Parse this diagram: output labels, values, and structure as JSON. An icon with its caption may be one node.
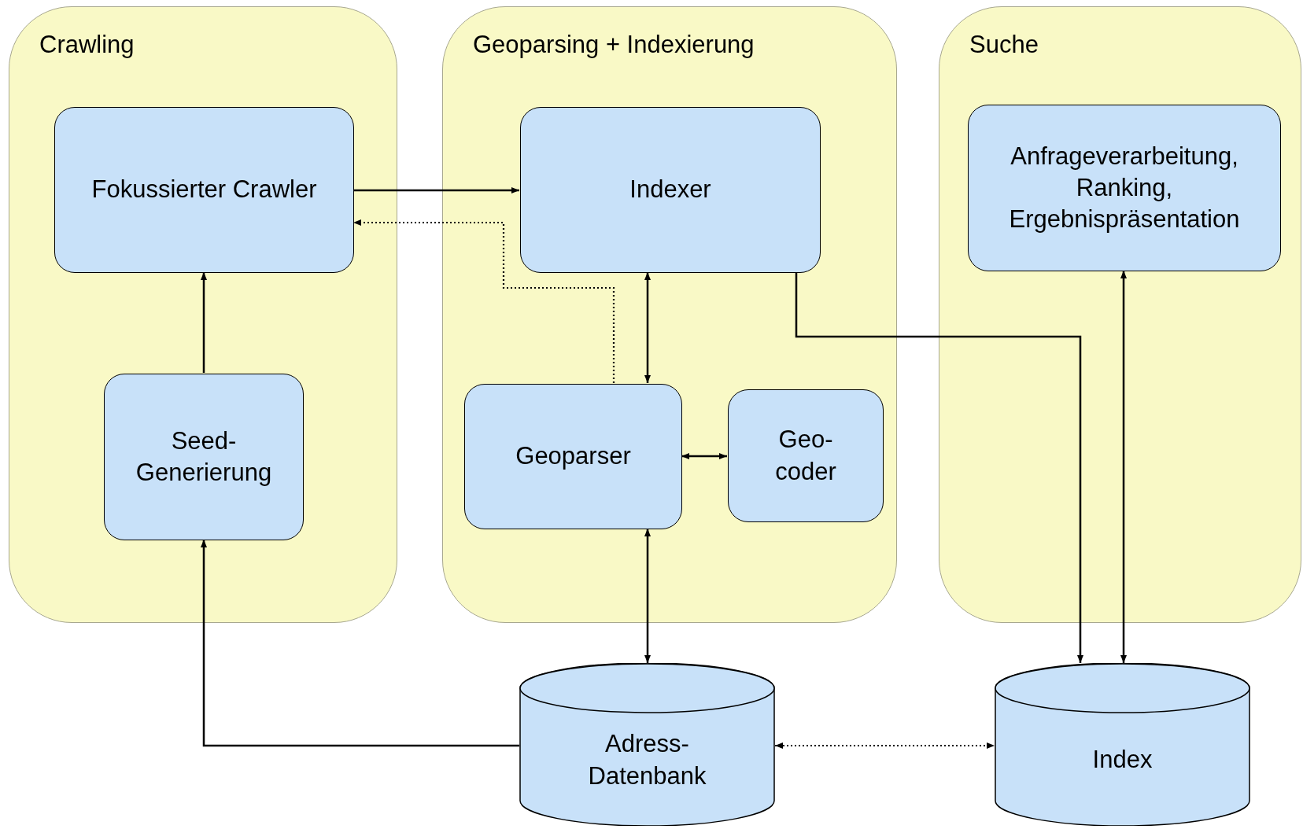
{
  "diagram": {
    "nodes": [
      {
        "text": [
          "Crawling"
        ]
      },
      {
        "text": [
          "Fokussierter Crawler"
        ],
        "in": 0
      },
      {
        "text": [
          "Seed-Generierung"
        ],
        "in": 0
      },
      {
        "text": [
          "Geoparsing + Indexierung"
        ]
      },
      {
        "text": [
          "Indexer"
        ],
        "in": 3
      },
      {
        "text": [
          "Geoparser"
        ],
        "in": 3
      },
      {
        "text": [
          "Geo-coder"
        ],
        "in": 3
      },
      {
        "text": [
          "Suche"
        ]
      },
      {
        "text": [
          "Anfrageverarbeitung, Ranking, Ergebnispräsentation"
        ],
        "in": 7
      },
      {
        "text": [
          "Adress-Datenbank"
        ]
      },
      {
        "text": [
          "Index"
        ]
      }
    ],
    "edges": [
      {
        "from": 1,
        "to": 4,
        "arrow": "to"
      },
      {
        "from": 5,
        "to": 1,
        "arrow": "to",
        "style": "dashed"
      },
      {
        "from": 2,
        "to": 1,
        "arrow": "to"
      },
      {
        "from": 4,
        "to": 5,
        "arrow": "both"
      },
      {
        "from": 5,
        "to": 6,
        "arrow": "both"
      },
      {
        "from": 5,
        "to": 9,
        "arrow": "both"
      },
      {
        "from": 9,
        "to": 2,
        "arrow": "to"
      },
      {
        "from": 4,
        "to": 10,
        "arrow": "to"
      },
      {
        "from": 8,
        "to": 10,
        "arrow": "both"
      },
      {
        "from": 9,
        "to": 10,
        "arrow": "both",
        "style": "dashed"
      }
    ]
  }
}
